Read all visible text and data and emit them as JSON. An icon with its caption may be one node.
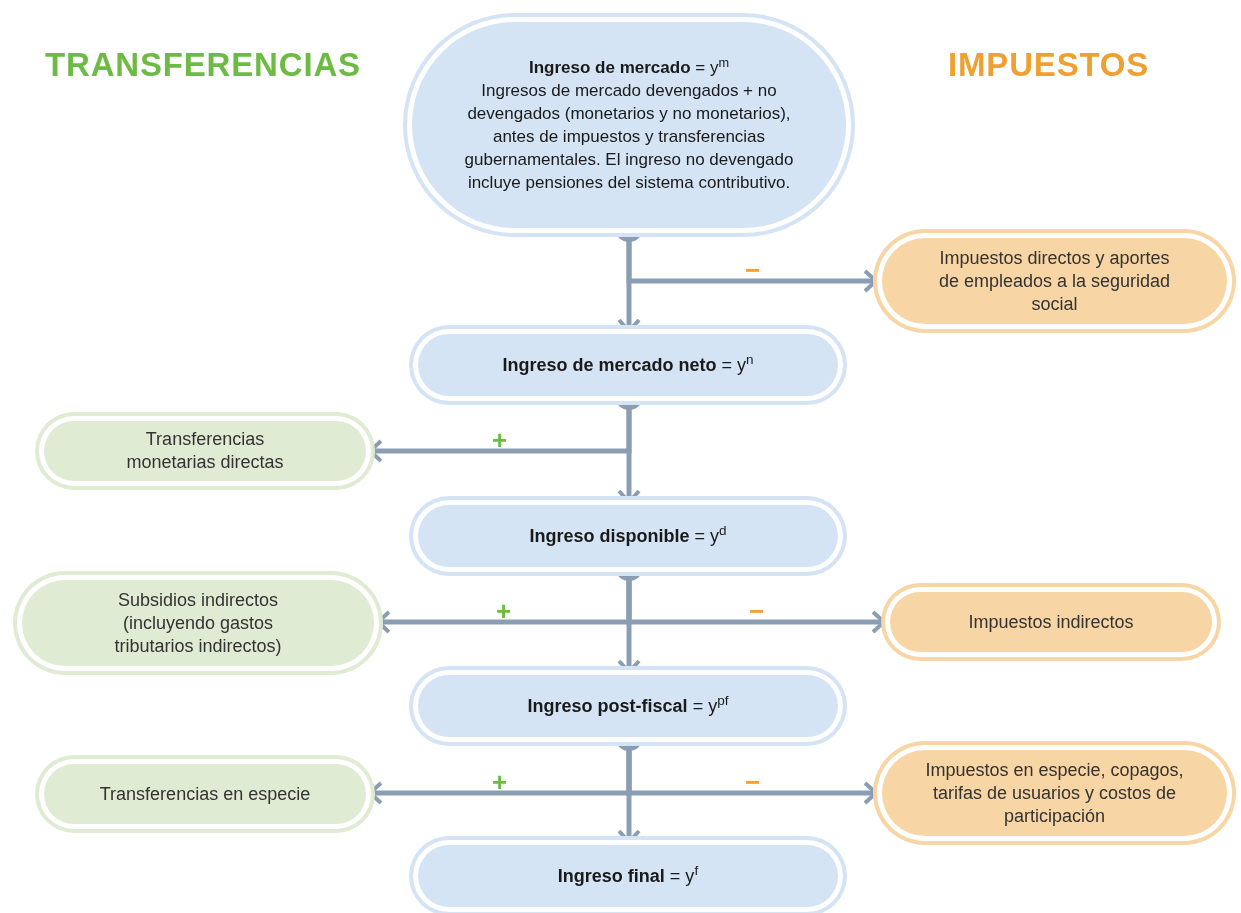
{
  "diagram": {
    "nodes": [
      {
        "text": [
          "**Ingreso de mercado** = y$^{m}$",
          "Ingresos de mercado devengados + no devengados (monetarios y no monetarios), antes de impuestos y transferencias gubernamentales. El ingreso no devengado incluye pensiones del sistema contributivo."
        ]
      },
      {
        "text": [
          "Impuestos directos y aportes de empleados a la seguridad social"
        ]
      },
      {
        "text": [
          "**Ingreso de mercado neto** = y$^{n}$"
        ]
      },
      {
        "text": [
          "Transferencias monetarias directas"
        ]
      },
      {
        "text": [
          "**Ingreso disponible** = y$^{d}$"
        ]
      },
      {
        "text": [
          "Subsidios indirectos (incluyendo gastos tributarios indirectos)"
        ]
      },
      {
        "text": [
          "Impuestos indirectos"
        ]
      },
      {
        "text": [
          "**Ingreso post-fiscal** = y$^{pf}$"
        ]
      },
      {
        "text": [
          "Transferencias en especie"
        ]
      },
      {
        "text": [
          "Impuestos en especie, copagos, tarifas de usuarios y costos de participación"
        ]
      },
      {
        "text": [
          "**Ingreso final** = y$^{f}$"
        ]
      }
    ],
    "edges": [
      {
        "from": 0,
        "to": 2,
        "arrow": "to"
      },
      {
        "from": 0,
        "to": 1,
        "arrow": "to",
        "label": "−"
      },
      {
        "from": 2,
        "to": 4,
        "arrow": "to"
      },
      {
        "from": 2,
        "to": 3,
        "arrow": "to",
        "label": "+"
      },
      {
        "from": 4,
        "to": 7,
        "arrow": "to"
      },
      {
        "from": 4,
        "to": 5,
        "arrow": "to",
        "label": "+"
      },
      {
        "from": 4,
        "to": 6,
        "arrow": "to",
        "label": "−"
      },
      {
        "from": 7,
        "to": 10,
        "arrow": "to"
      },
      {
        "from": 7,
        "to": 8,
        "arrow": "to",
        "label": "+"
      },
      {
        "from": 7,
        "to": 9,
        "arrow": "to",
        "label": "−"
      }
    ],
    "labels": [
      "TRANSFERENCIAS",
      "IMPUESTOS"
    ]
  }
}
